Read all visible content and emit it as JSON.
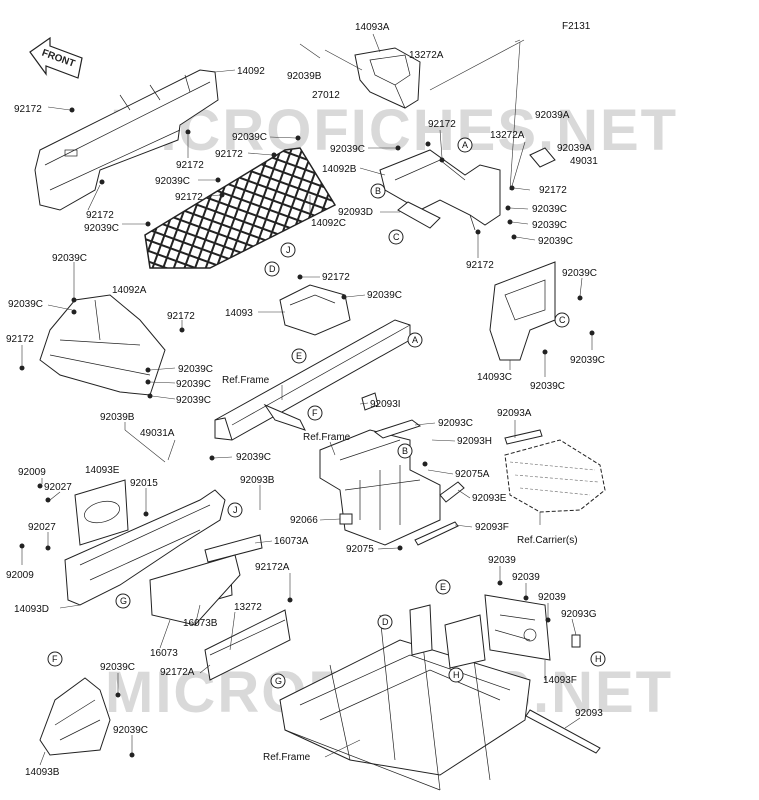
{
  "figure_code": "F2131",
  "front_label": "FRONT",
  "watermarks": [
    "MICROFICHES.NET",
    "MICROFICHES.NET"
  ],
  "callouts": {
    "A1": "A",
    "A2": "A",
    "B1": "B",
    "B2": "B",
    "C1": "C",
    "C2": "C",
    "D1": "D",
    "D2": "D",
    "E1": "E",
    "E2": "E",
    "F1": "F",
    "F2": "F",
    "G1": "G",
    "G2": "G",
    "H1": "H",
    "H2": "H",
    "J1": "J",
    "J2": "J"
  },
  "labels": {
    "l_14093A": "14093A",
    "l_92039B_a": "92039B",
    "l_27012": "27012",
    "l_13272A_a": "13272A",
    "l_14092": "14092",
    "l_92172_a": "92172",
    "l_92172_b": "92172",
    "l_92039C_a": "92039C",
    "l_92172_c": "92172",
    "l_92039C_b": "92039C",
    "l_92172_d": "92172",
    "l_92172_e": "92172",
    "l_92039C_c": "92039C",
    "l_14092C": "14092C",
    "l_92172_f": "92172",
    "l_92039C_d": "92039C",
    "l_13272A_b": "13272A",
    "l_92039A_a": "92039A",
    "l_92039A_b": "92039A",
    "l_49031": "49031",
    "l_14092B": "14092B",
    "l_92172_g": "92172",
    "l_92039C_e": "92039C",
    "l_92093D": "92093D",
    "l_92039C_f": "92039C",
    "l_92039C_g": "92039C",
    "l_92172_h": "92172",
    "l_92039C_h": "92039C",
    "l_14092A": "14092A",
    "l_92039C_i": "92039C",
    "l_92172_i": "92172",
    "l_92172_j": "92172",
    "l_92039C_j": "92039C",
    "l_92039C_k": "92039C",
    "l_92039C_l": "92039C",
    "l_92172_k": "92172",
    "l_14093": "14093",
    "l_92039C_m": "92039C",
    "l_92039C_n": "92039C",
    "l_92039C_o": "92039C",
    "l_14093C": "14093C",
    "l_92039C_p": "92039C",
    "l_ref_frame_a": "Ref.Frame",
    "l_92093I": "92093I",
    "l_92093C": "92093C",
    "l_92093A": "92093A",
    "l_ref_frame_b": "Ref.Frame",
    "l_92093H": "92093H",
    "l_92075A": "92075A",
    "l_92093E": "92093E",
    "l_92066": "92066",
    "l_92093F": "92093F",
    "l_92075": "92075",
    "l_ref_carrier": "Ref.Carrier(s)",
    "l_92039B_b": "92039B",
    "l_49031A": "49031A",
    "l_92039C_q": "92039C",
    "l_92009_a": "92009",
    "l_92027_a": "92027",
    "l_14093E": "14093E",
    "l_92015": "92015",
    "l_92093B": "92093B",
    "l_92027_b": "92027",
    "l_16073A": "16073A",
    "l_92009_b": "92009",
    "l_14093D": "14093D",
    "l_92172A_a": "92172A",
    "l_13272": "13272",
    "l_16073B": "16073B",
    "l_16073": "16073",
    "l_92172A_b": "92172A",
    "l_92039_a": "92039",
    "l_92039_b": "92039",
    "l_92039_c": "92039",
    "l_92093G": "92093G",
    "l_14093F": "14093F",
    "l_92039C_r": "92039C",
    "l_92039C_s": "92039C",
    "l_14093B": "14093B",
    "l_92093": "92093",
    "l_ref_frame_c": "Ref.Frame"
  }
}
